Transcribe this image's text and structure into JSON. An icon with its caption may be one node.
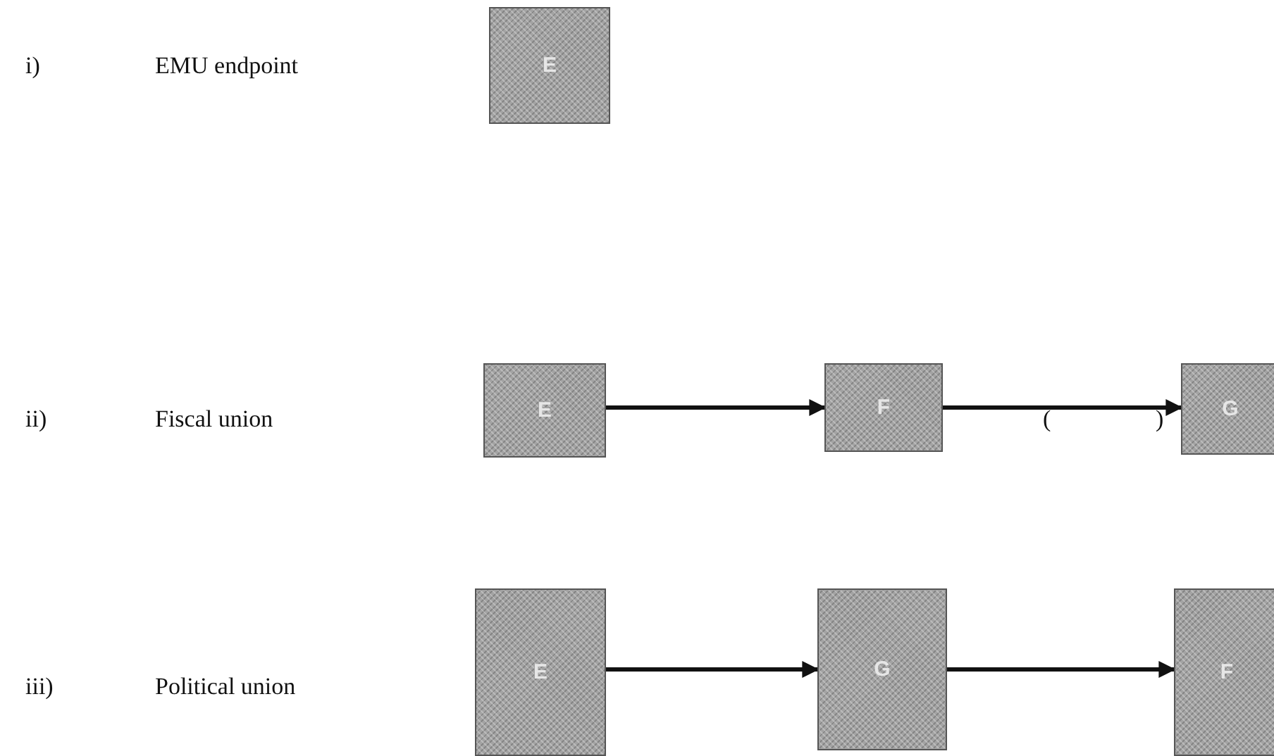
{
  "diagram": {
    "nodes": [
      {
        "text": [
          "E"
        ]
      },
      {
        "text": [
          "E"
        ]
      },
      {
        "text": [
          "F"
        ]
      },
      {
        "text": [
          "G"
        ]
      },
      {
        "text": [
          "E"
        ]
      },
      {
        "text": [
          "G"
        ]
      },
      {
        "text": [
          "F"
        ]
      }
    ],
    "edges": [
      {
        "from": 1,
        "to": 2,
        "arrow": "to"
      },
      {
        "from": 2,
        "to": 3,
        "arrow": "to"
      },
      {
        "from": 4,
        "to": 5,
        "arrow": "to"
      },
      {
        "from": 5,
        "to": 6,
        "arrow": "to"
      }
    ],
    "labels": [
      "i)",
      "EMU endpoint",
      "ii)",
      "Fiscal union",
      "(",
      ")",
      "iii)",
      "Political union"
    ]
  }
}
